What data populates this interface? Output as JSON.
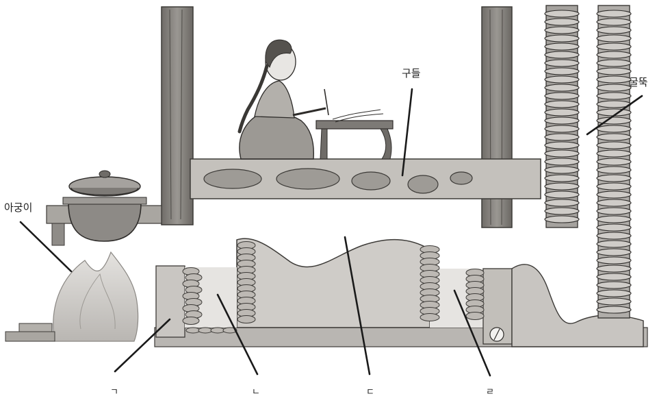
{
  "labels": {
    "gudeul": "구들",
    "gulttuk": "굴뚝",
    "agungi": "아궁이",
    "giyeok": "ㄱ",
    "nieun": "ㄴ",
    "digeut": "ㄷ",
    "rieul": "ㄹ"
  },
  "colors": {
    "ink": "#1e1e1e",
    "wood": "#8d8a86",
    "wood_dark": "#5c5955",
    "stone": "#bdb9b4",
    "flue_fill": "#d6d3cf",
    "fire": "#c9c6c2"
  }
}
